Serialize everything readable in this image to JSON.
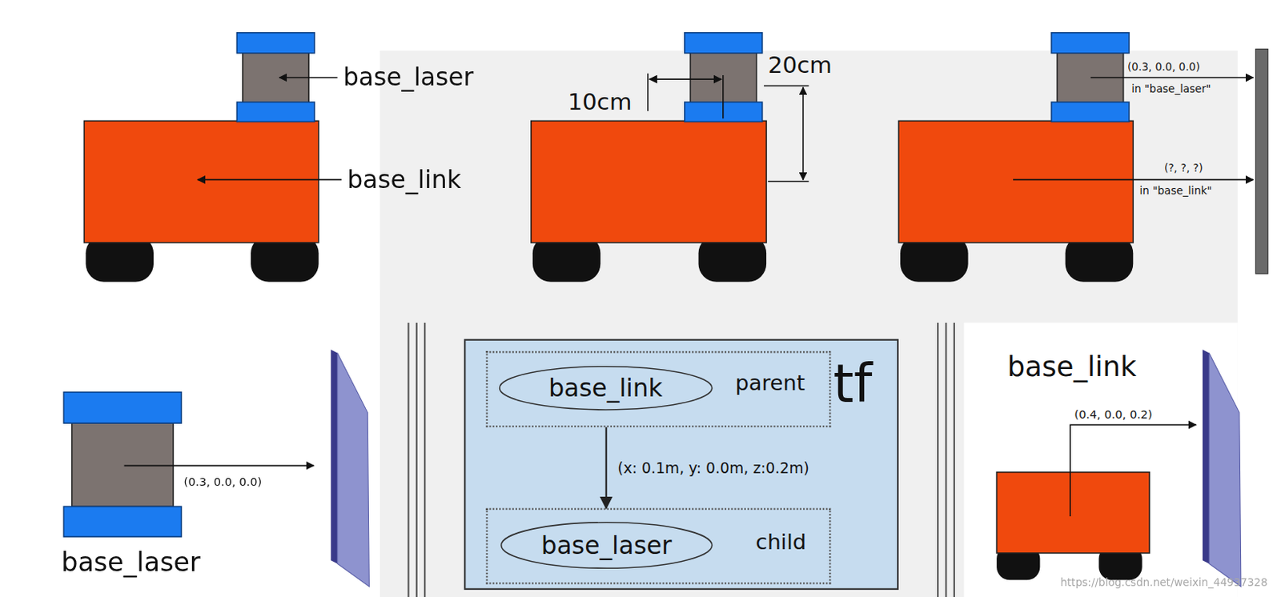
{
  "diagram": {
    "nodes": [
      {
        "text": [
          "tf"
        ]
      },
      {
        "text": [
          "parent"
        ],
        "in": 0
      },
      {
        "text": [
          "base_link"
        ],
        "in": 1
      },
      {
        "text": [
          "child"
        ],
        "in": 0
      },
      {
        "text": [
          "base_laser"
        ],
        "in": 3
      }
    ],
    "edges": [
      {
        "from": 1,
        "to": 3,
        "arrow": "to",
        "label": "(x: 0.1m, y: 0.0m, z:0.2m)"
      }
    ],
    "labels": [
      "base_laser",
      "base_link",
      "10cm",
      "20cm",
      "(0.3, 0.0, 0.0)",
      "in \"base_laser\"",
      "(?, ?, ?)",
      "in \"base_link\"",
      "(0.3, 0.0, 0.0)",
      "base_laser",
      "base_link",
      "(0.4, 0.0, 0.2)",
      "https://blog.csdn.net/weixin_44937328"
    ]
  }
}
